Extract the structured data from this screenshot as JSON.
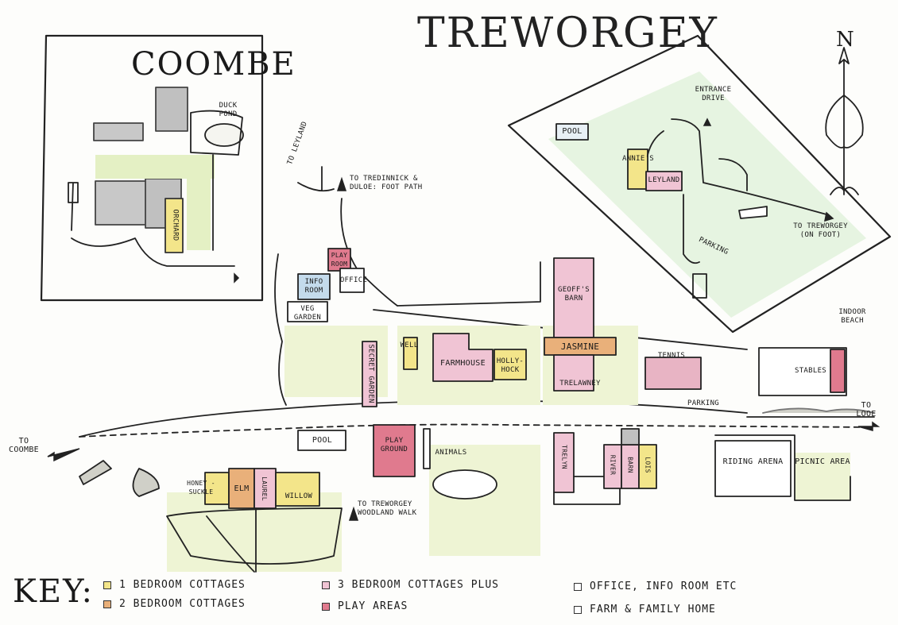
{
  "title": "TREWORGEY",
  "inset_coombe": {
    "title": "COOMBE",
    "duck_pond": "DUCK POND",
    "orchard": "ORCHARD"
  },
  "inset_leyland": {
    "pool": "POOL",
    "annies": "ANNIE'S",
    "leyland": "LEYLAND",
    "entrance_drive": "ENTRANCE DRIVE",
    "parking": "PARKING",
    "to_treworgey": "TO TREWORGEY (ON FOOT)"
  },
  "compass": {
    "north": "N"
  },
  "directions": {
    "to_leyland": "TO LEYLAND",
    "to_tredinnick": "TO TREDINNICK & DULOE: FOOT PATH",
    "to_coombe": "TO COOMBE",
    "to_looe": "TO LOOE",
    "to_woodland": "TO TREWORGEY WOODLAND WALK"
  },
  "buildings": {
    "play_room": "PLAY ROOM",
    "info_room": "INFO ROOM",
    "office": "OFFICE",
    "veg_garden": "VEG GARDEN",
    "secret_garden": "SECRET GARDEN",
    "well": "WELL",
    "farmhouse": "FARMHOUSE",
    "hollyhock": "HOLLY-HOCK",
    "geoffs_barn": "GEOFF'S BARN",
    "jasmine": "JASMINE",
    "trelawney": "TRELAWNEY",
    "tennis": "TENNIS",
    "parking": "PARKING",
    "stables": "STABLES",
    "indoor_beach": "INDOOR BEACH",
    "pool": "POOL",
    "play_ground": "PLAY GROUND",
    "animals": "ANIMALS",
    "honeysuckle": "HONEY -SUCKLE",
    "elm": "ELM",
    "laurel": "LAUREL",
    "willow": "WILLOW",
    "trelyn": "TRELYN",
    "river": "RIVER",
    "barn": "BARN",
    "lois": "LOIS",
    "riding_arena": "RIDING ARENA",
    "picnic_area": "PICNIC AREA"
  },
  "key": {
    "title": "KEY:",
    "items": [
      {
        "label": "1 BEDROOM COTTAGES",
        "color": "#f3e58a"
      },
      {
        "label": "2 BEDROOM COTTAGES",
        "color": "#e9b07a"
      },
      {
        "label": "3 BEDROOM COTTAGES PLUS",
        "color": "#f0c4d4"
      },
      {
        "label": "PLAY AREAS",
        "color": "#e07a8e"
      },
      {
        "label": "OFFICE, INFO ROOM ETC",
        "color": "#ffffff"
      },
      {
        "label": "FARM & FAMILY HOME",
        "color": "#ffffff"
      }
    ]
  }
}
